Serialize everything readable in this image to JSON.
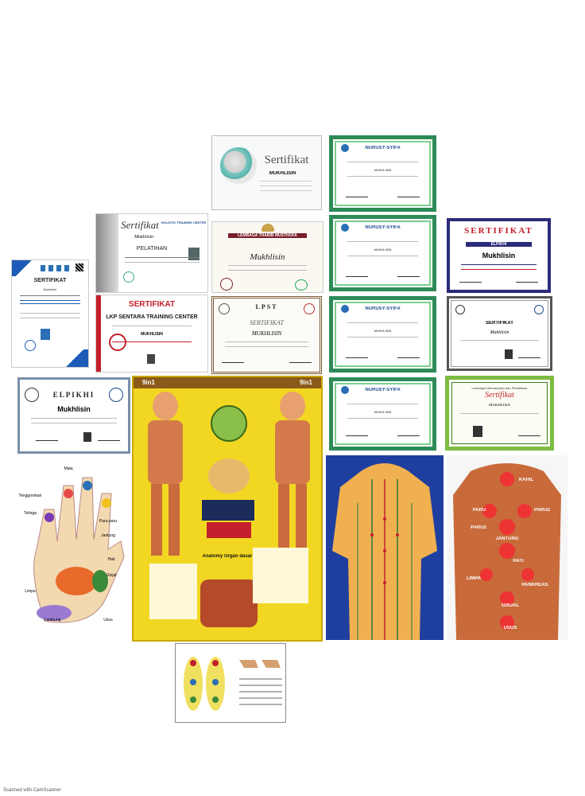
{
  "certs": {
    "c1": {
      "title": "Sertifikat",
      "name": "MUKHLISIN"
    },
    "c2": {
      "title": "Sertifikat",
      "org": "HOLISTIC TRAINING CENTER",
      "name": "Mukhlisin",
      "event": "PELATIHAN"
    },
    "c3": {
      "title": "LEMBAGA THABIB MUSTHOFA",
      "name": "Mukhlisin"
    },
    "c4": {
      "title": "SERTIFIKAT",
      "name": "Mukhlisin"
    },
    "c5": {
      "title": "SERTIFIKAT",
      "org": "LKP SENTARA TRAINING CENTER",
      "name": "MUKHLISIN"
    },
    "c6": {
      "title": "SERTIFIKAT",
      "org": "LPST",
      "name": "MUKHLISIN"
    },
    "c7": {
      "title": "ELPIKHI",
      "name": "Mukhlisin"
    },
    "ny1": {
      "title": "NURUSY-SYIFA",
      "name": "MUKHLISIN"
    },
    "ny2": {
      "title": "NURUSY-SYIFA",
      "name": "MUKHLISIN"
    },
    "ny3": {
      "title": "NURUSY-SYIFA",
      "name": "MUKHLISIN"
    },
    "ny4": {
      "title": "NURUSY-SYIFA",
      "name": "MUKHLISIN"
    },
    "c8": {
      "title": "SERTIFIKAT",
      "org": "ELPIKHI",
      "name": "Mukhlisin"
    },
    "c9": {
      "title": "SERTIFIKAT",
      "name": "Mukhlisin"
    },
    "c10": {
      "org": "Lembaga Keterampilan dan Pendidikan",
      "title": "Sertifikat",
      "name": "MUKHLISIN"
    }
  },
  "posters": {
    "chart9in1": {
      "header": "9in1",
      "center": "Anatomy Organ dasar",
      "color": "#f2d722"
    },
    "hand": {
      "labels": [
        "Tenggorokan",
        "Mata",
        "Telinga",
        "Paru-paru",
        "Jantung",
        "Hati",
        "Ginjal",
        "Limpa",
        "Lambung",
        "Usus"
      ]
    },
    "back": {
      "labels": [
        "KAHIL",
        "PARU",
        "PARU2",
        "PARU2",
        "JANTUNG",
        "HATI",
        "LIMPA",
        "PANKREAS",
        "GINJAL",
        "USUS"
      ]
    },
    "feet": {
      "title": "Refleksi Kaki"
    }
  },
  "footer": {
    "text": "Scanned with CamScanner"
  }
}
